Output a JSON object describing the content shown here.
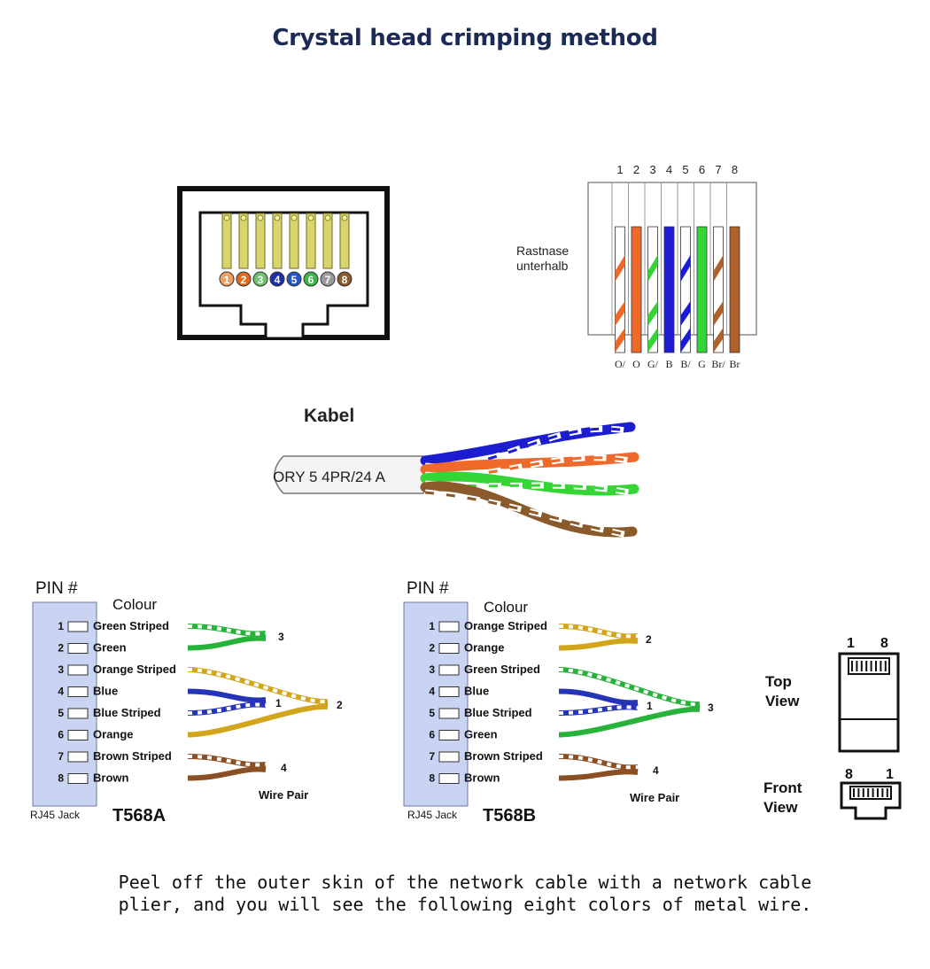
{
  "title": "Crystal head crimping method",
  "jack_front": {
    "pin_numbers": [
      "1",
      "2",
      "3",
      "4",
      "5",
      "6",
      "7",
      "8"
    ],
    "pin_colors": [
      "#f0a060",
      "#e06a1e",
      "#6fc06f",
      "#1f2fa8",
      "#2456c8",
      "#3bb54a",
      "#9a9a9a",
      "#8a5a2a"
    ]
  },
  "connector_top": {
    "pin_numbers": [
      "1",
      "2",
      "3",
      "4",
      "5",
      "6",
      "7",
      "8"
    ],
    "label_line1": "Rastnase",
    "label_line2": "unterhalb",
    "wire_codes": [
      "O/",
      "O",
      "G/",
      "B",
      "B/",
      "G",
      "Br/",
      "Br"
    ],
    "wire_colors": [
      "#ef6a2a",
      "#ef6a2a",
      "#35d535",
      "#1b1bd8",
      "#1b1bd8",
      "#35d535",
      "#b0612a",
      "#b0612a"
    ],
    "wire_striped": [
      true,
      false,
      true,
      false,
      true,
      false,
      true,
      false
    ]
  },
  "cable": {
    "label": "Kabel",
    "jacket_text": "ORY 5 4PR/24 A",
    "pair_colors": [
      "#1c1cd0",
      "#ef6a2a",
      "#35d535",
      "#8a5a2a"
    ]
  },
  "t568a": {
    "pin_header": "PIN #",
    "colour_header": "Colour",
    "pins": [
      "1",
      "2",
      "3",
      "4",
      "5",
      "6",
      "7",
      "8"
    ],
    "colours": [
      "Green Striped",
      "Green",
      "Orange Striped",
      "Blue",
      "Blue Striped",
      "Orange",
      "Brown Striped",
      "Brown"
    ],
    "pair_labels": [
      "3",
      "1",
      "2",
      "4"
    ],
    "wire_pair_label": "Wire Pair",
    "jack_label": "RJ45 Jack",
    "standard": "T568A"
  },
  "t568b": {
    "pin_header": "PIN #",
    "colour_header": "Colour",
    "pins": [
      "1",
      "2",
      "3",
      "4",
      "5",
      "6",
      "7",
      "8"
    ],
    "colours": [
      "Orange Striped",
      "Orange",
      "Green Striped",
      "Blue",
      "Blue Striped",
      "Green",
      "Brown Striped",
      "Brown"
    ],
    "pair_labels": [
      "2",
      "1",
      "3",
      "4"
    ],
    "wire_pair_label": "Wire Pair",
    "jack_label": "RJ45 Jack",
    "standard": "T568B"
  },
  "plug_views": {
    "top_pin_left": "1",
    "top_pin_right": "8",
    "top_view_line1": "Top",
    "top_view_line2": "View",
    "front_pin_left": "8",
    "front_pin_right": "1",
    "front_view_line1": "Front",
    "front_view_line2": "View"
  },
  "caption_line1": "Peel off the outer skin of the network cable with a network cable",
  "caption_line2": "plier, and you will see the following eight colors of metal wire."
}
